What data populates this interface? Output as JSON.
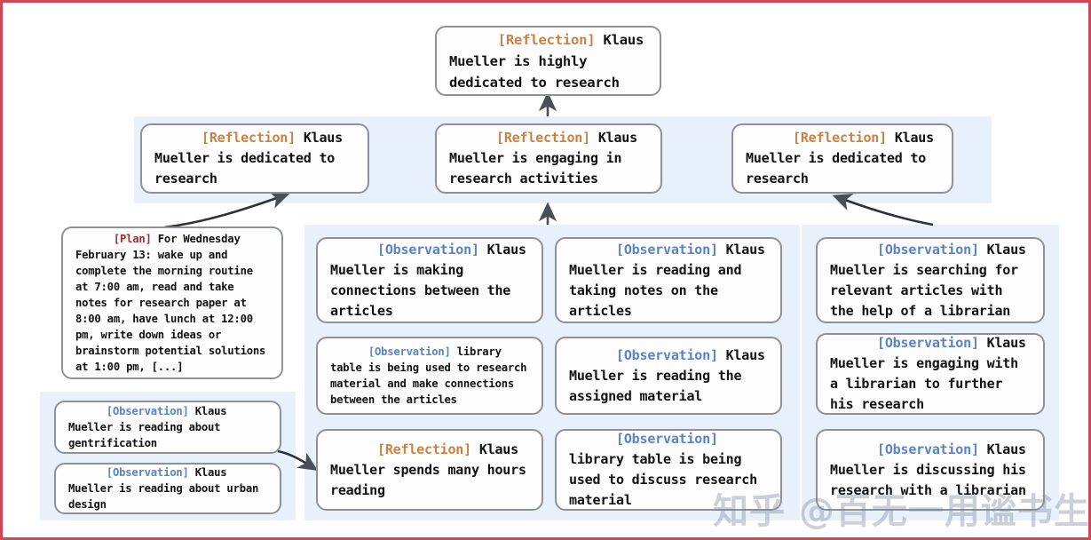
{
  "figure": {
    "border_color": "#cf4655",
    "panel_color": "#e8f0fb",
    "box_border_color": "#8e9198",
    "tag_colors": {
      "reflection": "#c98243",
      "observation": "#5b83c4",
      "plan": "#9d2f33"
    }
  },
  "watermark": {
    "text": "知乎 @百无一用谧书生"
  },
  "nodes": {
    "top_reflection": {
      "tag": "[Reflection]",
      "body": " Klaus Mueller is highly dedicated to research"
    },
    "mid_reflection_left": {
      "tag": "[Reflection]",
      "body": " Klaus Mueller is dedicated to research"
    },
    "mid_reflection_center": {
      "tag": "[Reflection]",
      "body": " Klaus Mueller is engaging in research activities"
    },
    "mid_reflection_right": {
      "tag": "[Reflection]",
      "body": " Klaus Mueller is dedicated to research"
    },
    "plan": {
      "tag": "[Plan]",
      "body": " For Wednesday February 13: wake up and complete the morning routine at 7:00 am, read and take notes for research paper at 8:00 am, have lunch at 12:00 pm, write down ideas or brainstorm potential solutions at 1:00 pm, [...]"
    },
    "left_obs_1": {
      "tag": "[Observation]",
      "body": " Klaus Mueller is reading about gentrification"
    },
    "left_obs_2": {
      "tag": "[Observation]",
      "body": " Klaus Mueller is reading about urban design"
    },
    "col2_obs_1": {
      "tag": "[Observation]",
      "body": " Klaus Mueller is making connections between the articles"
    },
    "col2_obs_2": {
      "tag": "[Observation]",
      "body": " library table is being used to research material and make connections between the articles"
    },
    "col2_reflection": {
      "tag": "[Reflection]",
      "body": " Klaus Mueller spends many hours reading"
    },
    "col3_obs_1": {
      "tag": "[Observation]",
      "body": " Klaus Mueller is reading and taking notes on the articles"
    },
    "col3_obs_2": {
      "tag": "[Observation]",
      "body": " Klaus Mueller is reading the assigned material"
    },
    "col3_obs_3": {
      "tag": "[Observation]",
      "body": " library table is being used to discuss research material"
    },
    "col4_obs_1": {
      "tag": "[Observation]",
      "body": " Klaus Mueller is searching for relevant articles with the help of a librarian"
    },
    "col4_obs_2": {
      "tag": "[Observation]",
      "body": " Klaus Mueller is engaging with a librarian to further his research"
    },
    "col4_obs_3": {
      "tag": "[Observation]",
      "body": " Klaus Mueller is discussing his research with a librarian"
    }
  }
}
